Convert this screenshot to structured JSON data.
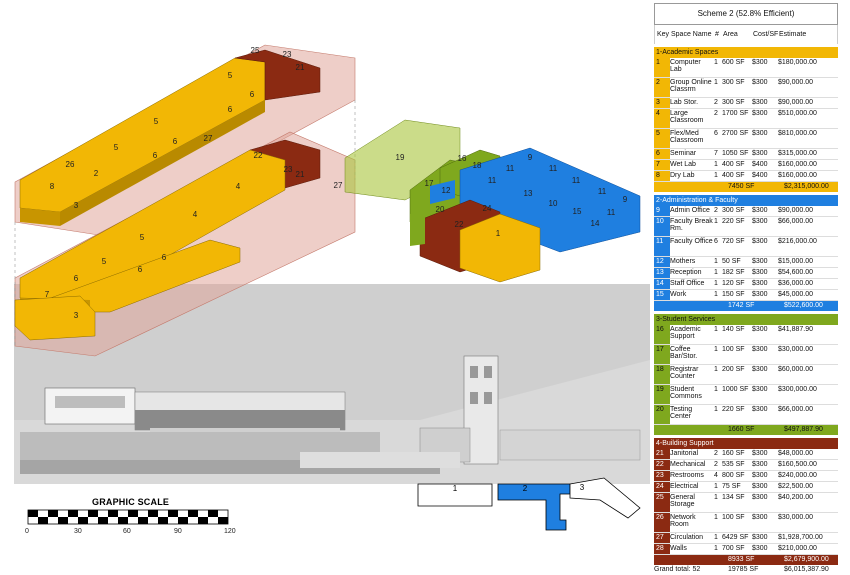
{
  "table": {
    "title": "Scheme 2 (52.8% Efficient)",
    "columns": [
      "Key",
      "Space Name",
      "#",
      "Area",
      "Cost/SF",
      "Estimate"
    ],
    "sections": [
      {
        "name": "1-Academic Spaces",
        "color": "#f2b705",
        "rows": [
          {
            "key": "1",
            "name": "Computer Lab",
            "count": "1",
            "area": "600 SF",
            "cost": "$300",
            "estimate": "$180,000.00"
          },
          {
            "key": "2",
            "name": "Group Online Classrm",
            "count": "1",
            "area": "300 SF",
            "cost": "$300",
            "estimate": "$90,000.00"
          },
          {
            "key": "3",
            "name": "Lab Stor.",
            "count": "2",
            "area": "300 SF",
            "cost": "$300",
            "estimate": "$90,000.00"
          },
          {
            "key": "4",
            "name": "Large Classroom",
            "count": "2",
            "area": "1700 SF",
            "cost": "$300",
            "estimate": "$510,000.00"
          },
          {
            "key": "5",
            "name": "Flex/Med Classroom",
            "count": "6",
            "area": "2700 SF",
            "cost": "$300",
            "estimate": "$810,000.00"
          },
          {
            "key": "6",
            "name": "Seminar",
            "count": "7",
            "area": "1050 SF",
            "cost": "$300",
            "estimate": "$315,000.00"
          },
          {
            "key": "7",
            "name": "Wet Lab",
            "count": "1",
            "area": "400 SF",
            "cost": "$400",
            "estimate": "$160,000.00"
          },
          {
            "key": "8",
            "name": "Dry Lab",
            "count": "1",
            "area": "400 SF",
            "cost": "$400",
            "estimate": "$160,000.00"
          }
        ],
        "total_area": "7450 SF",
        "total_estimate": "$2,315,000.00"
      },
      {
        "name": "2-Administration & Faculty",
        "color": "#1f7fe0",
        "rows": [
          {
            "key": "9",
            "name": "Admin Office",
            "count": "2",
            "area": "300 SF",
            "cost": "$300",
            "estimate": "$90,000.00"
          },
          {
            "key": "10",
            "name": "Faculty Break Rm.",
            "count": "1",
            "area": "220 SF",
            "cost": "$300",
            "estimate": "$66,000.00"
          },
          {
            "key": "11",
            "name": "Faculty Office",
            "count": "6",
            "area": "720 SF",
            "cost": "$300",
            "estimate": "$216,000.00"
          },
          {
            "key": "12",
            "name": "Mothers",
            "count": "1",
            "area": "50 SF",
            "cost": "$300",
            "estimate": "$15,000.00"
          },
          {
            "key": "13",
            "name": "Reception",
            "count": "1",
            "area": "182 SF",
            "cost": "$300",
            "estimate": "$54,600.00"
          },
          {
            "key": "14",
            "name": "Staff Office",
            "count": "1",
            "area": "120 SF",
            "cost": "$300",
            "estimate": "$36,000.00"
          },
          {
            "key": "15",
            "name": "Work",
            "count": "1",
            "area": "150 SF",
            "cost": "$300",
            "estimate": "$45,000.00"
          }
        ],
        "total_area": "1742 SF",
        "total_estimate": "$522,600.00"
      },
      {
        "name": "3-Student Services",
        "color": "#7fa81e",
        "rows": [
          {
            "key": "16",
            "name": "Academic Support",
            "count": "1",
            "area": "140 SF",
            "cost": "$300",
            "estimate": "$41,887.90"
          },
          {
            "key": "17",
            "name": "Coffee Bar/Stor.",
            "count": "1",
            "area": "100 SF",
            "cost": "$300",
            "estimate": "$30,000.00"
          },
          {
            "key": "18",
            "name": "Registrar Counter",
            "count": "1",
            "area": "200 SF",
            "cost": "$300",
            "estimate": "$60,000.00"
          },
          {
            "key": "19",
            "name": "Student Commons",
            "count": "1",
            "area": "1000 SF",
            "cost": "$300",
            "estimate": "$300,000.00"
          },
          {
            "key": "20",
            "name": "Testing Center",
            "count": "1",
            "area": "220 SF",
            "cost": "$300",
            "estimate": "$66,000.00"
          }
        ],
        "total_area": "1660 SF",
        "total_estimate": "$497,887.90"
      },
      {
        "name": "4-Building Support",
        "color": "#8b2a12",
        "rows": [
          {
            "key": "21",
            "name": "Janitorial",
            "count": "2",
            "area": "160 SF",
            "cost": "$300",
            "estimate": "$48,000.00"
          },
          {
            "key": "22",
            "name": "Mechanical",
            "count": "2",
            "area": "535 SF",
            "cost": "$300",
            "estimate": "$160,500.00"
          },
          {
            "key": "23",
            "name": "Restrooms",
            "count": "4",
            "area": "800 SF",
            "cost": "$300",
            "estimate": "$240,000.00"
          },
          {
            "key": "24",
            "name": "Electrical",
            "count": "1",
            "area": "75 SF",
            "cost": "$300",
            "estimate": "$22,500.00"
          },
          {
            "key": "25",
            "name": "General Storage",
            "count": "1",
            "area": "134 SF",
            "cost": "$300",
            "estimate": "$40,200.00"
          },
          {
            "key": "26",
            "name": "Network Room",
            "count": "1",
            "area": "100 SF",
            "cost": "$300",
            "estimate": "$30,000.00"
          },
          {
            "key": "27",
            "name": "Circulation",
            "count": "1",
            "area": "6429 SF",
            "cost": "$300",
            "estimate": "$1,928,700.00"
          },
          {
            "key": "28",
            "name": "Walls",
            "count": "1",
            "area": "700 SF",
            "cost": "$300",
            "estimate": "$210,000.00"
          }
        ],
        "total_area": "8933 SF",
        "total_estimate": "$2,679,900.00"
      }
    ],
    "grand_label": "Grand total: 52",
    "grand_area": "19785 SF",
    "grand_estimate": "$6,015,387.90"
  },
  "scale": {
    "title": "GRAPHIC SCALE",
    "ticks": [
      "0",
      "30",
      "60",
      "90",
      "120"
    ]
  },
  "keyplan": {
    "labels": [
      "1",
      "2",
      "3"
    ],
    "highlight_color": "#1f7fe0"
  },
  "diagram": {
    "colors": {
      "academic": "#f2b705",
      "admin": "#1f7fe0",
      "student": "#a9c43a",
      "support": "#8b2a12",
      "circulation": "#e0a59a"
    },
    "labels": [
      "1",
      "2",
      "3",
      "4",
      "5",
      "6",
      "7",
      "8",
      "9",
      "10",
      "11",
      "12",
      "13",
      "14",
      "15",
      "16",
      "17",
      "18",
      "19",
      "20",
      "21",
      "22",
      "23",
      "24",
      "25",
      "26",
      "27"
    ]
  }
}
